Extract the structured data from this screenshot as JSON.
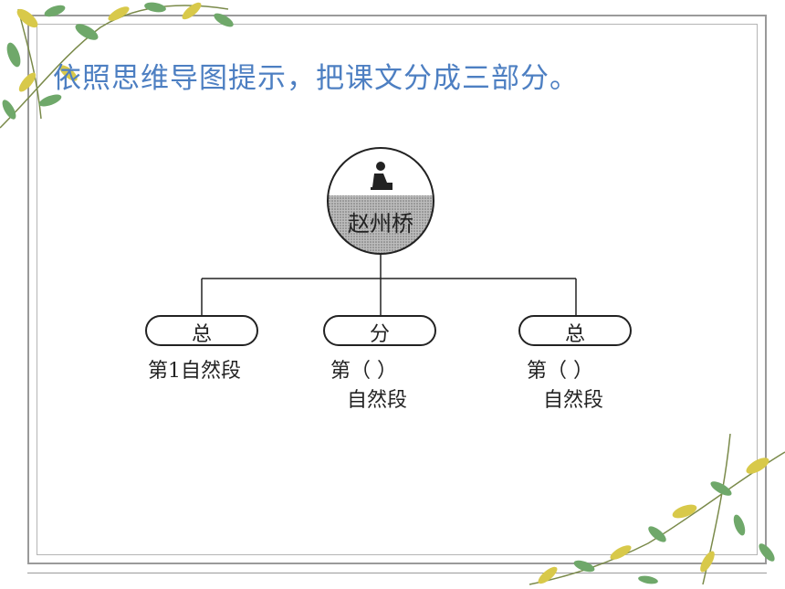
{
  "prompt": "依照思维导图提示，把课文分成三部分。",
  "diagram": {
    "root": {
      "label": "赵州桥"
    },
    "nodes": [
      {
        "label": "总",
        "detail_line1": "第1自然段",
        "detail_line2": ""
      },
      {
        "label": "分",
        "detail_line1": "第（      ）",
        "detail_line2": "自然段"
      },
      {
        "label": "总",
        "detail_line1": "第（      ）",
        "detail_line2": "自然段"
      }
    ]
  },
  "colors": {
    "prompt_text": "#4d7fc2",
    "leaf_green": "#6fa86a",
    "leaf_yellow": "#d8c94a"
  }
}
